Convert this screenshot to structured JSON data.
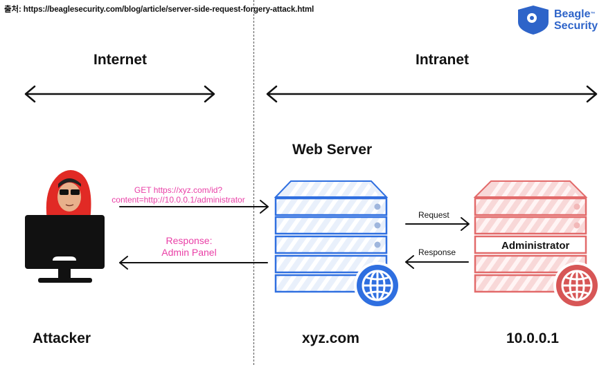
{
  "source_line": "출처: https://beaglesecurity.com/blog/article/server-side-request-forgery-attack.html",
  "logo": {
    "line1": "Beagle",
    "tm": "™",
    "line2": "Security"
  },
  "zones": {
    "internet": "Internet",
    "intranet": "Intranet"
  },
  "web_server_title": "Web Server",
  "attack_request": {
    "line1": "GET https://xyz.com/id?",
    "line2": "content=http://10.0.0.1/administrator"
  },
  "attack_response": {
    "line1": "Response:",
    "line2": "Admin Panel"
  },
  "internal": {
    "request": "Request",
    "response": "Response",
    "admin_label": "Administrator"
  },
  "bottom_labels": {
    "attacker": "Attacker",
    "web_server": "xyz.com",
    "internal_server": "10.0.0.1"
  },
  "colors": {
    "web_server": "#2f6fe0",
    "internal_server": "#f4b6b6",
    "internal_stroke": "#e26a6a",
    "hood": "#e12a25",
    "pink_text": "#e93fa6"
  }
}
